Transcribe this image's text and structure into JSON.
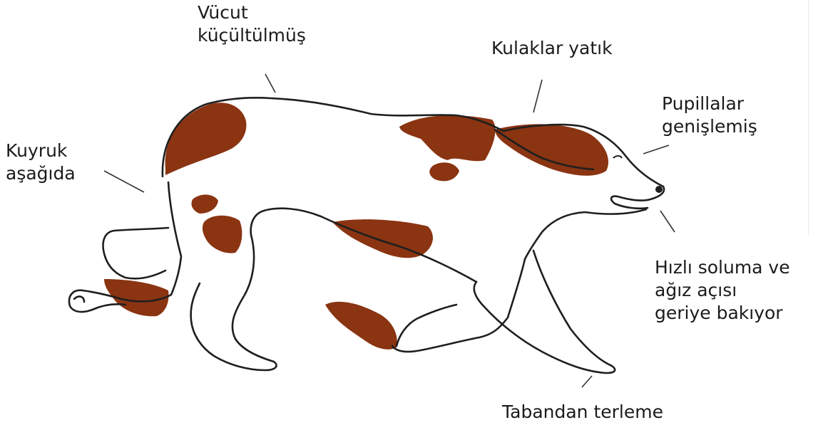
{
  "labels": {
    "body": [
      "Vücut",
      "küçültülmüş"
    ],
    "ears": [
      "Kulaklar yatık"
    ],
    "pupils": [
      "Pupillalar",
      "genişlemiş"
    ],
    "tail": [
      "Kuyruk",
      "aşağıda"
    ],
    "breathing": [
      "Hızlı soluma ve",
      "ağız açısı",
      "geriye bakıyor"
    ],
    "paws": [
      "Tabandan terleme"
    ]
  },
  "icons": [
    "dog-illustration"
  ],
  "colors": {
    "outline": "#1f1f1f",
    "patch": "#8a3412",
    "patch_dark": "#5e200b",
    "text": "#1b1b1b",
    "background": "#ffffff"
  }
}
